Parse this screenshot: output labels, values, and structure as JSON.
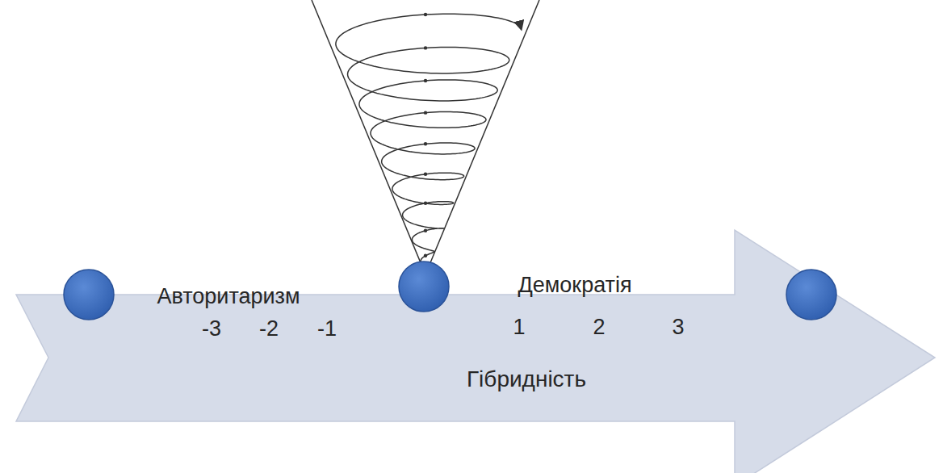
{
  "diagram": {
    "nodes": [
      {
        "text": [
          "Гібридність"
        ]
      }
    ],
    "labels": [
      "Авторитаризм",
      "Демократія",
      "-3",
      "-2",
      "-1",
      "1",
      "2",
      "3"
    ]
  }
}
